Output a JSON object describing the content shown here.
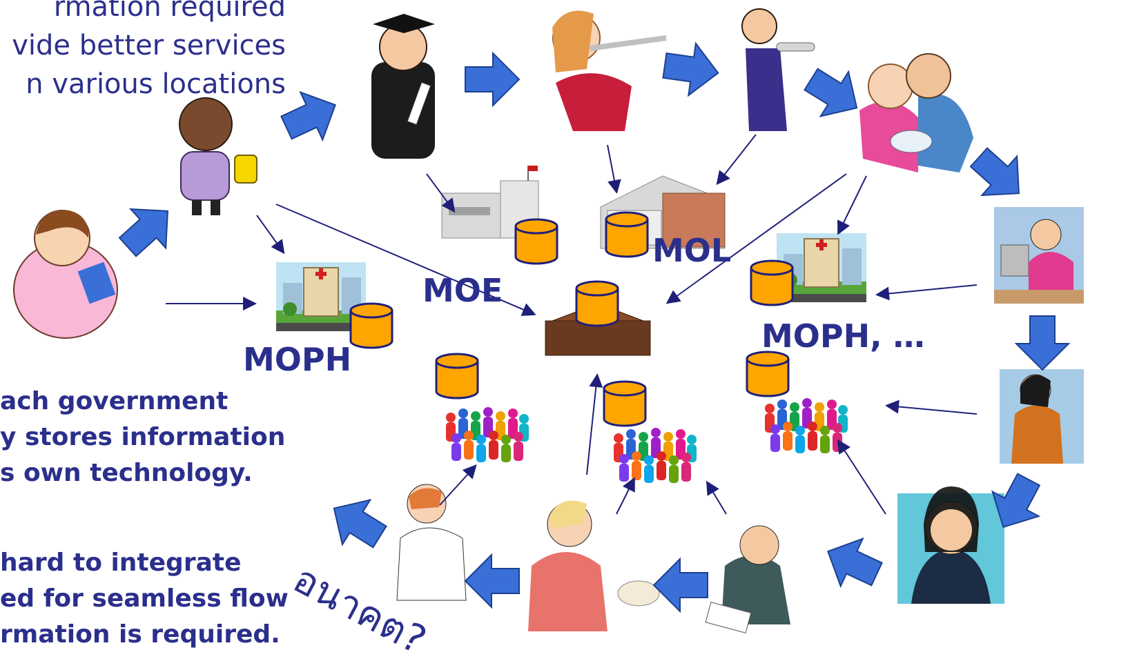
{
  "intro_text": [
    "rmation required",
    "vide better services",
    "n various locations"
  ],
  "problem_text": [
    "ach government",
    "y stores information",
    "s own technology."
  ],
  "integration_text": [
    "hard to integrate",
    "ed for seamless flow",
    "rmation is required."
  ],
  "ministry_labels": {
    "moph_left": "MOPH",
    "moe": "MOE",
    "mol": "MOL",
    "moph_right": "MOPH, …"
  },
  "future_label": "อนาคต?",
  "colors": {
    "text": "#2b2f8c",
    "arrow_fill": "#3a6fd8",
    "arrow_stroke": "#1d3f8f",
    "database": "#ffa500",
    "line": "#1f1f7a"
  }
}
